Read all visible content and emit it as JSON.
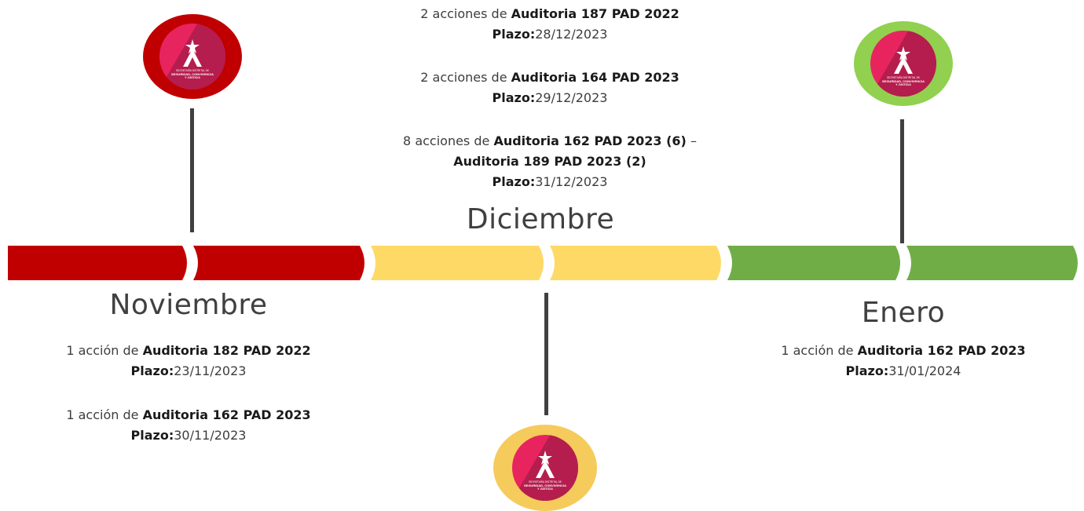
{
  "colors": {
    "november": "#c00000",
    "december": "#ffd966",
    "january": "#70ad47",
    "november_badge": "#c00000",
    "december_badge": "#f5cb5c",
    "january_badge": "#92d050",
    "logo_pink": "#e8245f"
  },
  "logo_text": {
    "line1": "SECRETARÍA DISTRITAL DE",
    "line2": "SEGURIDAD, CONVIVENCIA",
    "line3": "Y JUSTICIA"
  },
  "months": {
    "november": {
      "label": "Noviembre",
      "items": [
        {
          "prefix": "1 acción de ",
          "audit": "Auditoria 182 PAD 2022",
          "suffix": "",
          "plazo_label": "Plazo:",
          "date": "23/11/2023"
        },
        {
          "prefix": "1 acción de ",
          "audit": "Auditoria 162 PAD 2023",
          "suffix": "",
          "plazo_label": "Plazo:",
          "date": "30/11/2023"
        }
      ]
    },
    "december": {
      "label": "Diciembre",
      "items": [
        {
          "prefix": "2 acciones de ",
          "audit": "Auditoria 187 PAD 2022",
          "suffix": "",
          "plazo_label": "Plazo:",
          "date": "28/12/2023"
        },
        {
          "prefix": "2 acciones de ",
          "audit": "Auditoria 164 PAD 2023",
          "suffix": "",
          "plazo_label": "Plazo:",
          "date": "29/12/2023"
        },
        {
          "prefix": "8 acciones de ",
          "audit": "Auditoria 162 PAD 2023 (6)",
          "suffix": " –",
          "audit2": "Auditoria 189 PAD 2023 (2)",
          "plazo_label": "Plazo:",
          "date": "31/12/2023"
        }
      ]
    },
    "january": {
      "label": "Enero",
      "items": [
        {
          "prefix": "1 acción de ",
          "audit": "Auditoria 162 PAD 2023",
          "suffix": "",
          "plazo_label": "Plazo:",
          "date": "31/01/2024"
        }
      ]
    }
  }
}
